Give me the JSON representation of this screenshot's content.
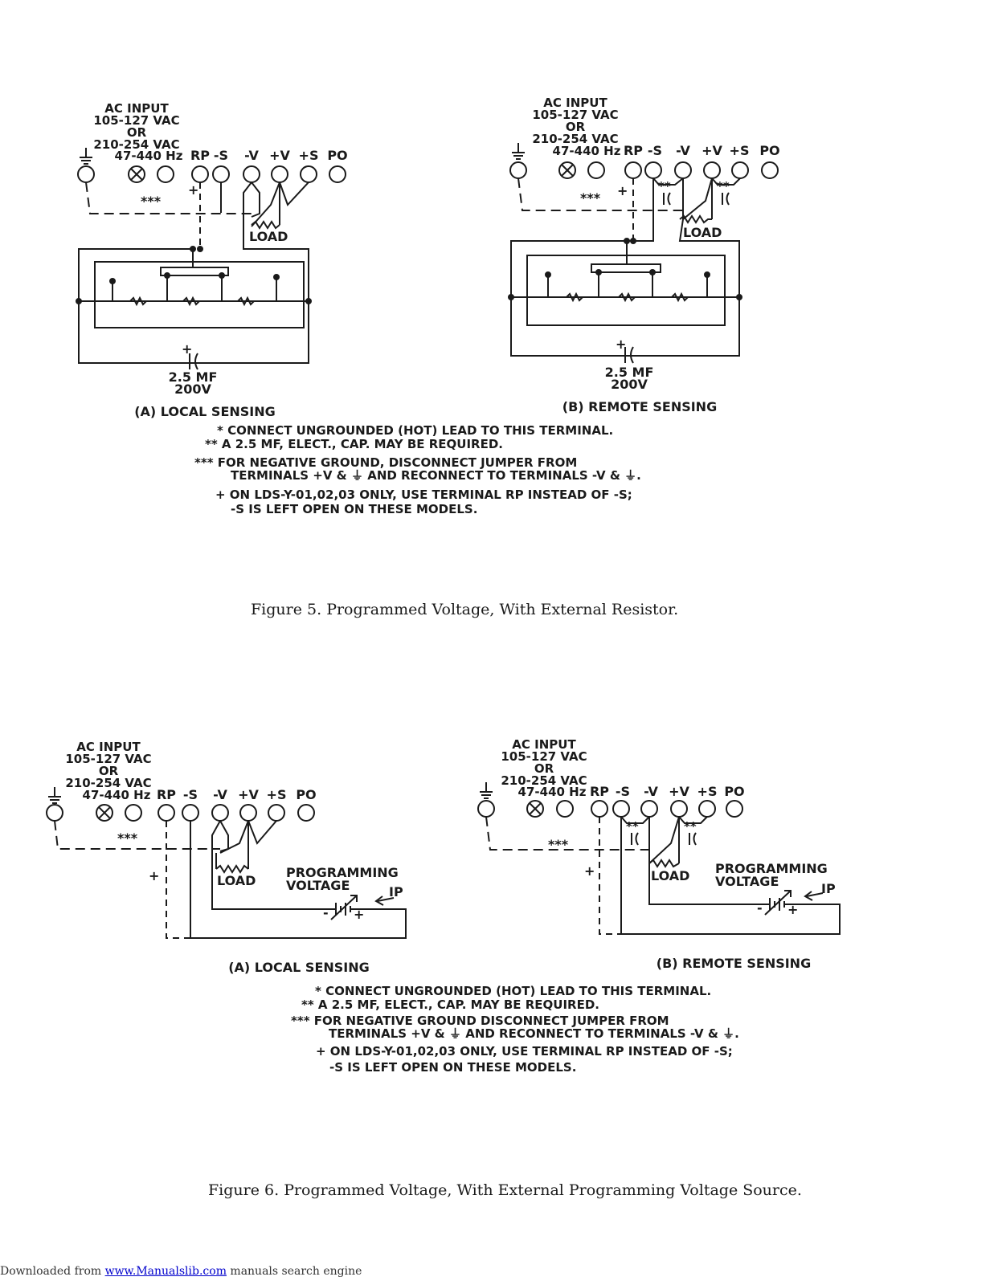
{
  "terminal_labels": [
    "RP",
    "-S",
    "-V",
    "+V",
    "+S",
    "PO"
  ],
  "ac_input": [
    "AC INPUT",
    "105-127 VAC",
    "OR",
    "210-254 VAC",
    "47-440 Hz"
  ],
  "jumper_mark": "***",
  "cap_mark": "**",
  "plus_mark": "+",
  "load_label": "LOAD",
  "capacitor": [
    "2.5 MF",
    "200V"
  ],
  "programming": [
    "PROGRAMMING",
    "VOLTAGE"
  ],
  "ip_label": "IP",
  "fig5": {
    "sub_a": "(A) LOCAL SENSING",
    "sub_b": "(B) REMOTE SENSING",
    "notes": [
      "* CONNECT UNGROUNDED (HOT) LEAD TO THIS TERMINAL.",
      "** A 2.5 MF, ELECT., CAP. MAY BE REQUIRED.",
      "*** FOR NEGATIVE GROUND, DISCONNECT JUMPER FROM",
      "TERMINALS +V & ⏚ AND RECONNECT TO TERMINALS -V & ⏚.",
      "+ ON LDS-Y-01,02,03 ONLY, USE TERMINAL RP INSTEAD OF -S;",
      "-S IS LEFT OPEN ON THESE MODELS."
    ],
    "caption": "Figure 5.  Programmed Voltage, With External Resistor."
  },
  "fig6": {
    "sub_a": "(A) LOCAL SENSING",
    "sub_b": "(B) REMOTE SENSING",
    "notes": [
      "* CONNECT UNGROUNDED (HOT) LEAD TO THIS TERMINAL.",
      "** A 2.5 MF, ELECT., CAP. MAY BE REQUIRED.",
      "*** FOR NEGATIVE GROUND DISCONNECT JUMPER FROM",
      "TERMINALS +V & ⏚ AND RECONNECT TO TERMINALS -V & ⏚.",
      "+ ON LDS-Y-01,02,03 ONLY, USE TERMINAL RP INSTEAD OF -S;",
      "-S IS LEFT OPEN ON THESE MODELS."
    ],
    "caption": "Figure 6.  Programmed Voltage, With External Programming Voltage Source."
  },
  "footer": {
    "prefix": "Downloaded from ",
    "link": "www.Manualslib.com",
    "suffix": " manuals search engine"
  }
}
